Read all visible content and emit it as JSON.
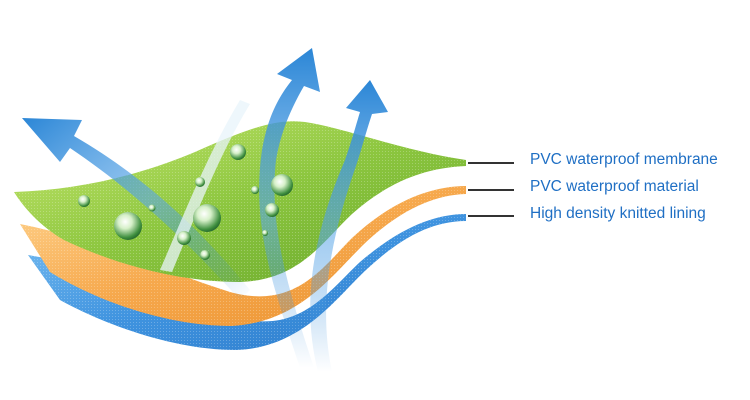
{
  "layers": [
    {
      "id": "membrane",
      "label": "PVC waterproof membrane",
      "color": "#8cc63f"
    },
    {
      "id": "material",
      "label": "PVC waterproof material",
      "color": "#f4a64a"
    },
    {
      "id": "lining",
      "label": "High density knitted lining",
      "color": "#4a9be0"
    }
  ],
  "colors": {
    "arrow": "#2b86d6",
    "label_text": "#1f6fc4",
    "leader_line": "#333333"
  },
  "icons": {
    "water_droplet": "water-droplet-icon",
    "airflow_arrow": "airflow-arrow-icon"
  }
}
